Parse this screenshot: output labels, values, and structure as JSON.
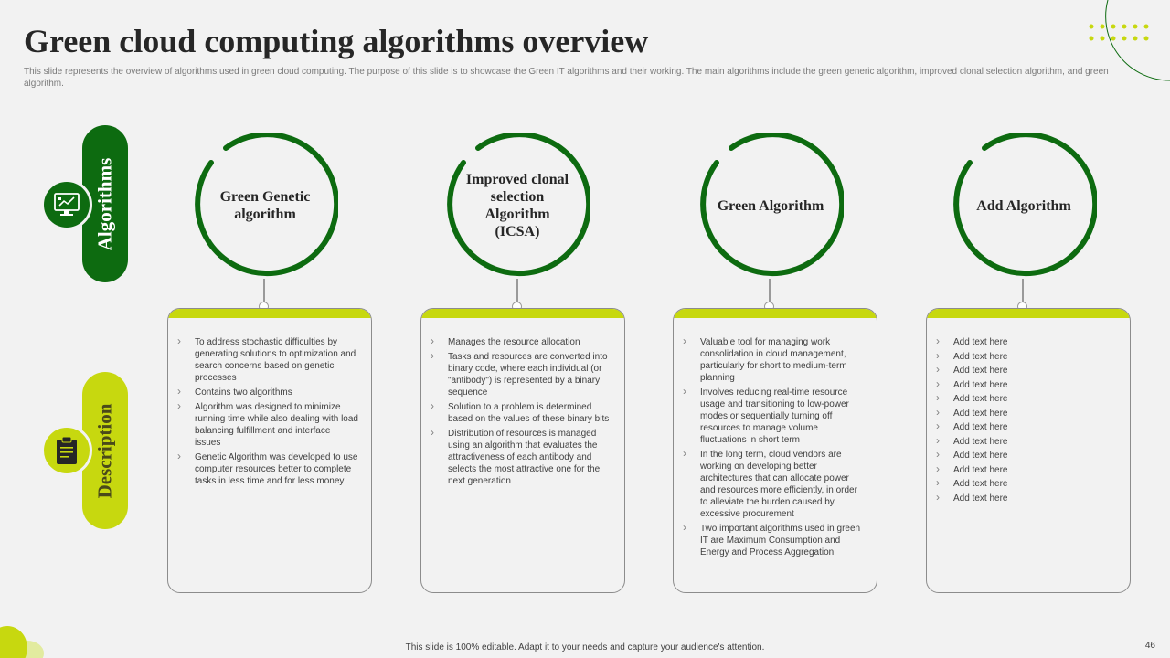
{
  "slide": {
    "title": "Green cloud computing algorithms overview",
    "subtitle": "This slide represents the overview of algorithms used in green cloud computing. The purpose of this slide is to showcase the Green IT algorithms and their working. The main algorithms include the green generic algorithm, improved clonal selection algorithm, and green algorithm.",
    "footer": "This slide is 100% editable. Adapt it to your needs and capture your audience's attention.",
    "page_number": "46"
  },
  "labels": {
    "algorithms": "Algorithms",
    "description": "Description"
  },
  "icons": {
    "algorithms": "monitor-chart-icon",
    "description": "clipboard-icon"
  },
  "colors": {
    "dark_green": "#0d6b10",
    "lime": "#c7d80f",
    "background": "#f2f2f2"
  },
  "columns": [
    {
      "title": "Green Genetic algorithm",
      "bullets": [
        "To address stochastic difficulties by generating solutions to optimization and search concerns based on genetic processes",
        "Contains two algorithms",
        "Algorithm was designed to minimize running time while also dealing with load balancing fulfillment and interface issues",
        "Genetic Algorithm was developed to use computer resources better to complete tasks in less time and for less money"
      ]
    },
    {
      "title": "Improved clonal selection Algorithm (ICSA)",
      "bullets": [
        "Manages the resource allocation",
        "Tasks and resources are converted into binary code, where each individual (or \"antibody\") is represented by a binary sequence",
        "Solution to a problem is determined based on the values of these binary bits",
        "Distribution of resources is managed using an algorithm that evaluates the attractiveness of each antibody and selects the most attractive one for the next generation"
      ]
    },
    {
      "title": "Green Algorithm",
      "bullets": [
        "Valuable tool for managing work consolidation in cloud management, particularly for short to medium-term planning",
        "Involves reducing real-time resource usage and transitioning to low-power modes or sequentially turning off resources to manage volume fluctuations in short term",
        "In the long term, cloud vendors are working on developing better architectures that can allocate power and resources more efficiently, in order to alleviate the burden caused by excessive procurement",
        "Two important algorithms used in green IT are Maximum Consumption and Energy and Process Aggregation"
      ]
    },
    {
      "title": "Add Algorithm",
      "bullets": [
        "Add text here",
        "Add text here",
        "Add text here",
        "Add text here",
        "Add text here",
        "Add text here",
        "Add text here",
        "Add text here",
        "Add text here",
        "Add text here",
        "Add text here",
        "Add text here"
      ]
    }
  ]
}
